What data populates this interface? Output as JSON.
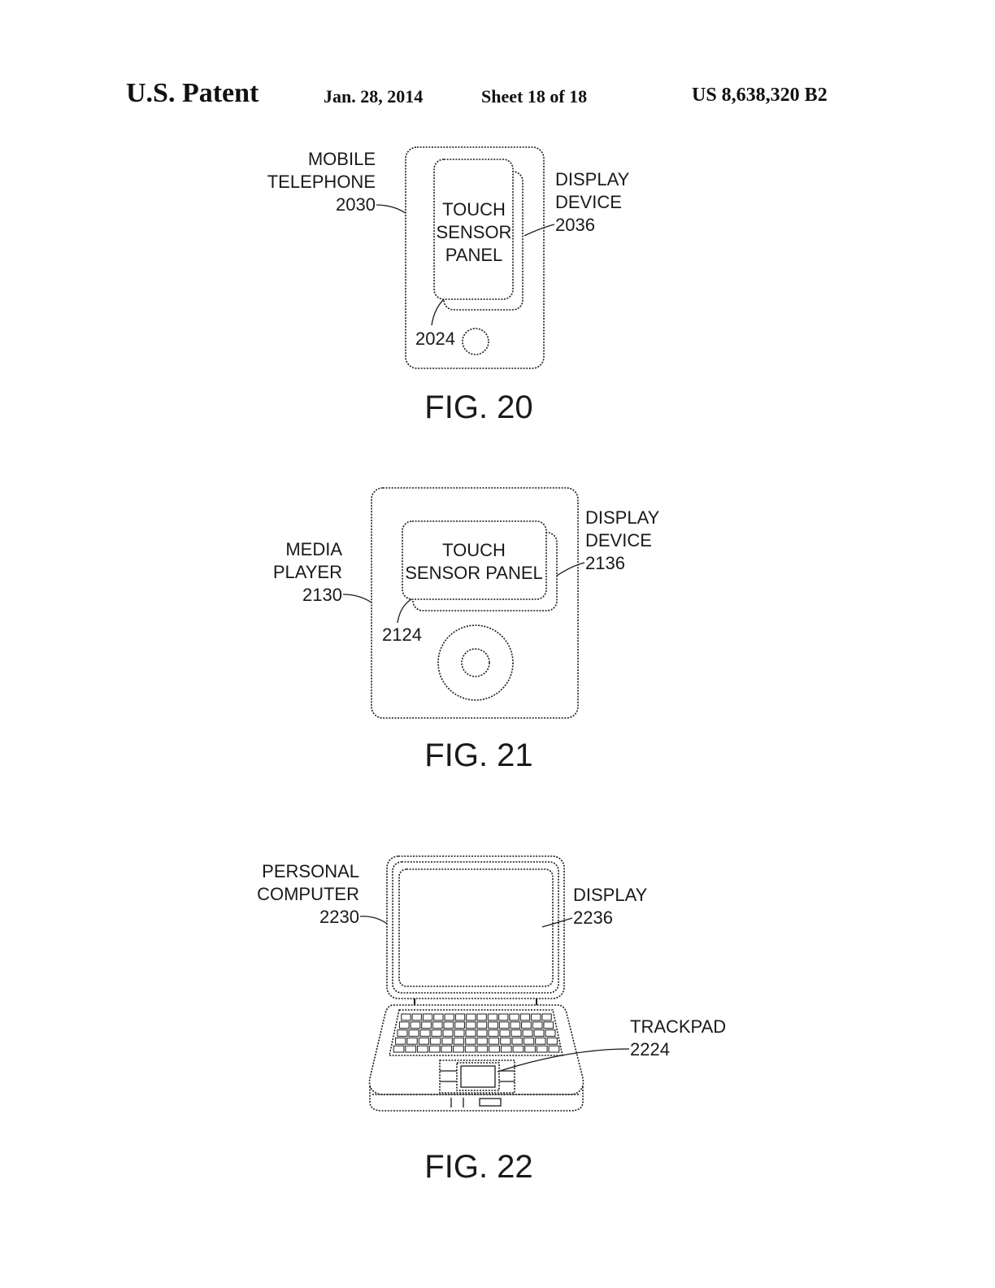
{
  "header": {
    "title": "U.S. Patent",
    "date": "Jan. 28, 2014",
    "sheet": "Sheet 18 of 18",
    "patent_number": "US 8,638,320 B2"
  },
  "fig20": {
    "caption": "FIG. 20",
    "device_label": [
      "MOBILE",
      "TELEPHONE",
      "2030"
    ],
    "display_label": [
      "DISPLAY",
      "DEVICE",
      "2036"
    ],
    "panel_text": [
      "TOUCH",
      "SENSOR",
      "PANEL"
    ],
    "panel_ref": "2024"
  },
  "fig21": {
    "caption": "FIG. 21",
    "device_label": [
      "MEDIA",
      "PLAYER",
      "2130"
    ],
    "display_label": [
      "DISPLAY",
      "DEVICE",
      "2136"
    ],
    "panel_text": [
      "TOUCH",
      "SENSOR PANEL"
    ],
    "panel_ref": "2124"
  },
  "fig22": {
    "caption": "FIG. 22",
    "device_label": [
      "PERSONAL",
      "COMPUTER",
      "2230"
    ],
    "display_label": [
      "DISPLAY",
      "2236"
    ],
    "trackpad_label": [
      "TRACKPAD",
      "2224"
    ]
  }
}
